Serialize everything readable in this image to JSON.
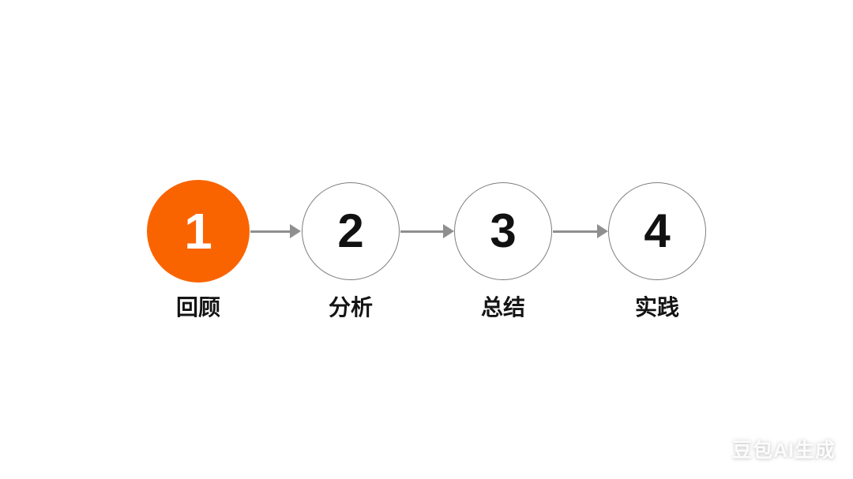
{
  "diagram": {
    "type": "process-flow",
    "steps": [
      {
        "number": "1",
        "label": "回顾",
        "active": true
      },
      {
        "number": "2",
        "label": "分析",
        "active": false
      },
      {
        "number": "3",
        "label": "总结",
        "active": false
      },
      {
        "number": "4",
        "label": "实践",
        "active": false
      }
    ],
    "colors": {
      "accent": "#FA6400",
      "arrow": "#8F8F8F",
      "circle_border": "#7D7D7D",
      "background": "#FFFFFF",
      "number_ink": "#111111",
      "active_number": "#FFFFFF"
    }
  },
  "watermark": {
    "text": "豆包AI生成"
  }
}
